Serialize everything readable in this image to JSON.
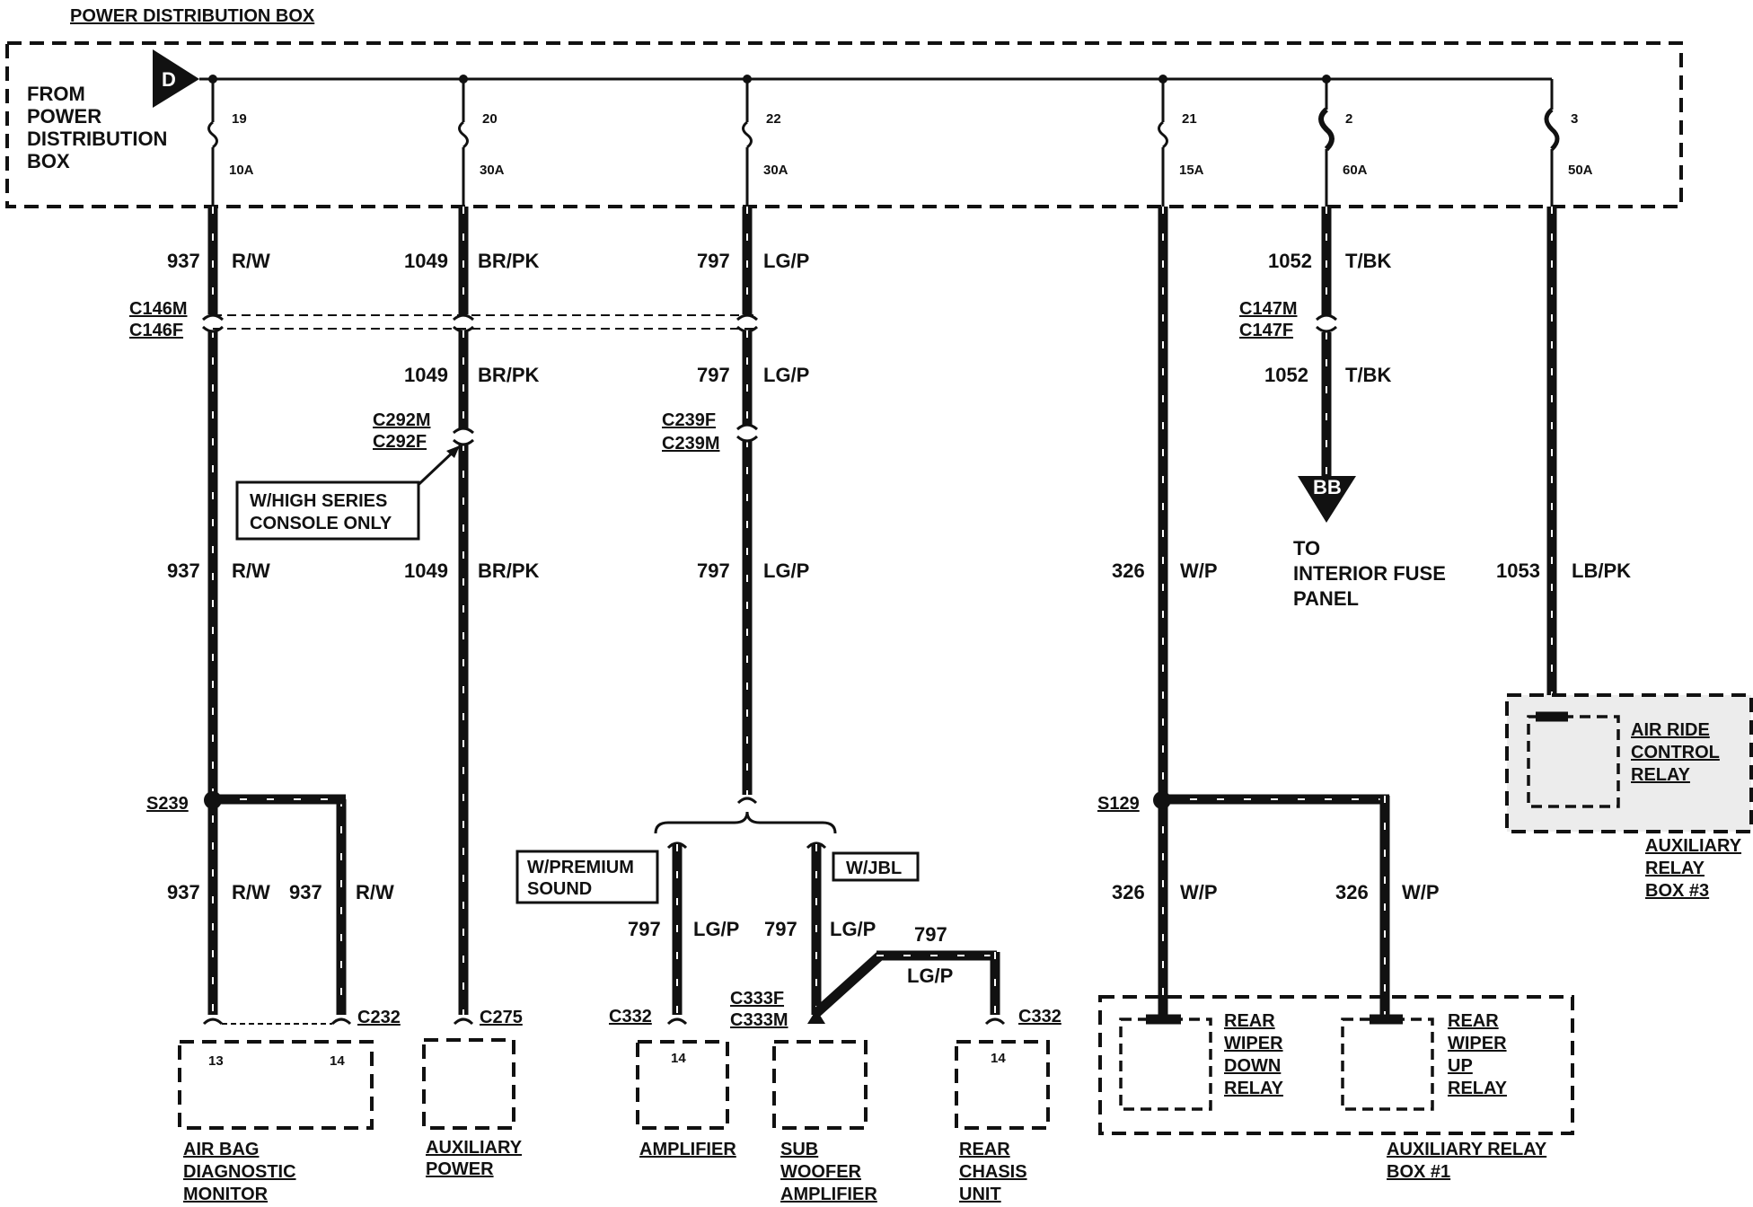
{
  "title": "POWER DISTRIBUTION BOX",
  "pdb": {
    "label_lines": [
      "FROM",
      "POWER",
      "DISTRIBUTION",
      "BOX"
    ],
    "marker": "D"
  },
  "fuses": [
    {
      "id": "f19",
      "number": "19",
      "rating": "10A"
    },
    {
      "id": "f20",
      "number": "20",
      "rating": "30A"
    },
    {
      "id": "f22",
      "number": "22",
      "rating": "30A"
    },
    {
      "id": "f21",
      "number": "21",
      "rating": "15A"
    },
    {
      "id": "f2",
      "number": "2",
      "rating": "60A"
    },
    {
      "id": "f3",
      "number": "3",
      "rating": "50A"
    }
  ],
  "wires": {
    "w937_top": {
      "circuit": "937",
      "color": "R/W"
    },
    "w1049_top": {
      "circuit": "1049",
      "color": "BR/PK"
    },
    "w797_top": {
      "circuit": "797",
      "color": "LG/P"
    },
    "w1052_top": {
      "circuit": "1052",
      "color": "T/BK"
    },
    "w1049_mid": {
      "circuit": "1049",
      "color": "BR/PK"
    },
    "w797_mid": {
      "circuit": "797",
      "color": "LG/P"
    },
    "w1052_mid": {
      "circuit": "1052",
      "color": "T/BK"
    },
    "w937_low": {
      "circuit": "937",
      "color": "R/W"
    },
    "w1049_low": {
      "circuit": "1049",
      "color": "BR/PK"
    },
    "w797_low": {
      "circuit": "797",
      "color": "LG/P"
    },
    "w326_low": {
      "circuit": "326",
      "color": "W/P"
    },
    "w1053_low": {
      "circuit": "1053",
      "color": "LB/PK"
    },
    "w937_a": {
      "circuit": "937",
      "color": "R/W"
    },
    "w937_b": {
      "circuit": "937",
      "color": "R/W"
    },
    "w797_amp": {
      "circuit": "797",
      "color": "LG/P"
    },
    "w797_sub": {
      "circuit": "797",
      "color": "LG/P"
    },
    "w797_rear": {
      "circuit": "797",
      "color": "LG/P"
    },
    "w326_a": {
      "circuit": "326",
      "color": "W/P"
    },
    "w326_b": {
      "circuit": "326",
      "color": "W/P"
    }
  },
  "connectors": {
    "c146": {
      "m": "C146M",
      "f": "C146F"
    },
    "c147": {
      "m": "C147M",
      "f": "C147F"
    },
    "c292": {
      "m": "C292M",
      "f": "C292F"
    },
    "c239": {
      "f": "C239F",
      "m": "C239M"
    },
    "c333": {
      "f": "C333F",
      "m": "C333M"
    },
    "c232": "C232",
    "c275": "C275",
    "c332_amp": "C332",
    "c332_rear": "C332"
  },
  "splices": {
    "s239": "S239",
    "s129": "S129"
  },
  "notes": {
    "high_series": [
      "W/HIGH SERIES",
      "CONSOLE ONLY"
    ],
    "premium": [
      "W/PREMIUM",
      "SOUND"
    ],
    "jbl": "W/JBL"
  },
  "offpage": {
    "marker": "BB",
    "label_lines": [
      "TO",
      "INTERIOR FUSE",
      "PANEL"
    ]
  },
  "components": {
    "airbag": {
      "pins": [
        "13",
        "14"
      ],
      "label_lines": [
        "AIR BAG",
        "DIAGNOSTIC",
        "MONITOR"
      ]
    },
    "aux_power": {
      "label_lines": [
        "AUXILIARY",
        "POWER"
      ]
    },
    "amplifier": {
      "pin": "14",
      "label_lines": [
        "AMPLIFIER"
      ]
    },
    "sub_woofer": {
      "label_lines": [
        "SUB",
        "WOOFER",
        "AMPLIFIER"
      ]
    },
    "rear_chassis": {
      "pin": "14",
      "label_lines": [
        "REAR",
        "CHASIS",
        "UNIT"
      ]
    },
    "air_ride": {
      "label_lines": [
        "AIR RIDE",
        "CONTROL",
        "RELAY"
      ]
    },
    "aux_relay3": {
      "label_lines": [
        "AUXILIARY",
        "RELAY",
        "BOX #3"
      ]
    },
    "rear_wiper_down": {
      "label_lines": [
        "REAR",
        "WIPER",
        "DOWN",
        "RELAY"
      ]
    },
    "rear_wiper_up": {
      "label_lines": [
        "REAR",
        "WIPER",
        "UP",
        "RELAY"
      ]
    },
    "aux_relay1": {
      "label_lines": [
        "AUXILIARY RELAY",
        "BOX #1"
      ]
    }
  }
}
